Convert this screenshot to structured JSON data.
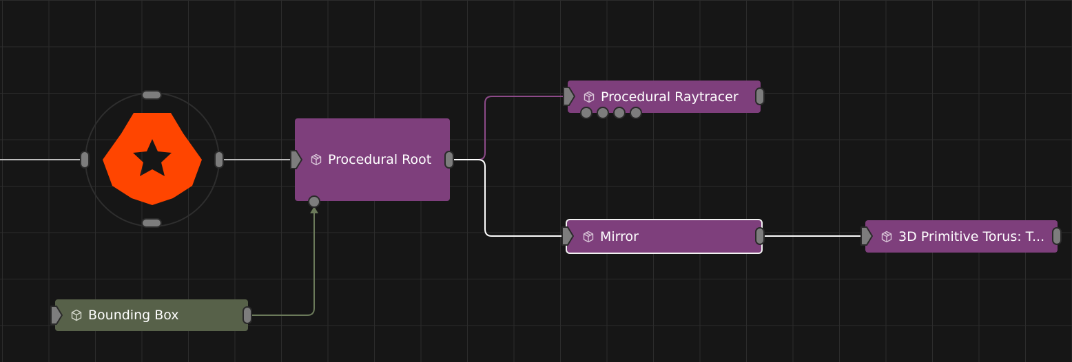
{
  "nodes": {
    "procedural_root": {
      "label": "Procedural Root",
      "icon": "package-icon"
    },
    "procedural_raytracer": {
      "label": "Procedural Raytracer",
      "icon": "package-icon"
    },
    "mirror": {
      "label": "Mirror",
      "icon": "package-icon",
      "selected": true
    },
    "torus": {
      "label": "3D Primitive Torus: T...",
      "icon": "package-icon"
    },
    "bounding_box": {
      "label": "Bounding Box",
      "icon": "cube-icon"
    },
    "logo": {
      "icon": "notch-logo-icon"
    }
  },
  "colors": {
    "canvas_bg": "#161616",
    "grid": "#2c2c2c",
    "node_purple": "#7e3f7c",
    "node_green": "#576149",
    "logo": "#ff4500",
    "wire_white": "#ffffff",
    "wire_purple": "#8d4a89",
    "wire_green": "#6b7a5a",
    "port": "#7d7d7d"
  }
}
